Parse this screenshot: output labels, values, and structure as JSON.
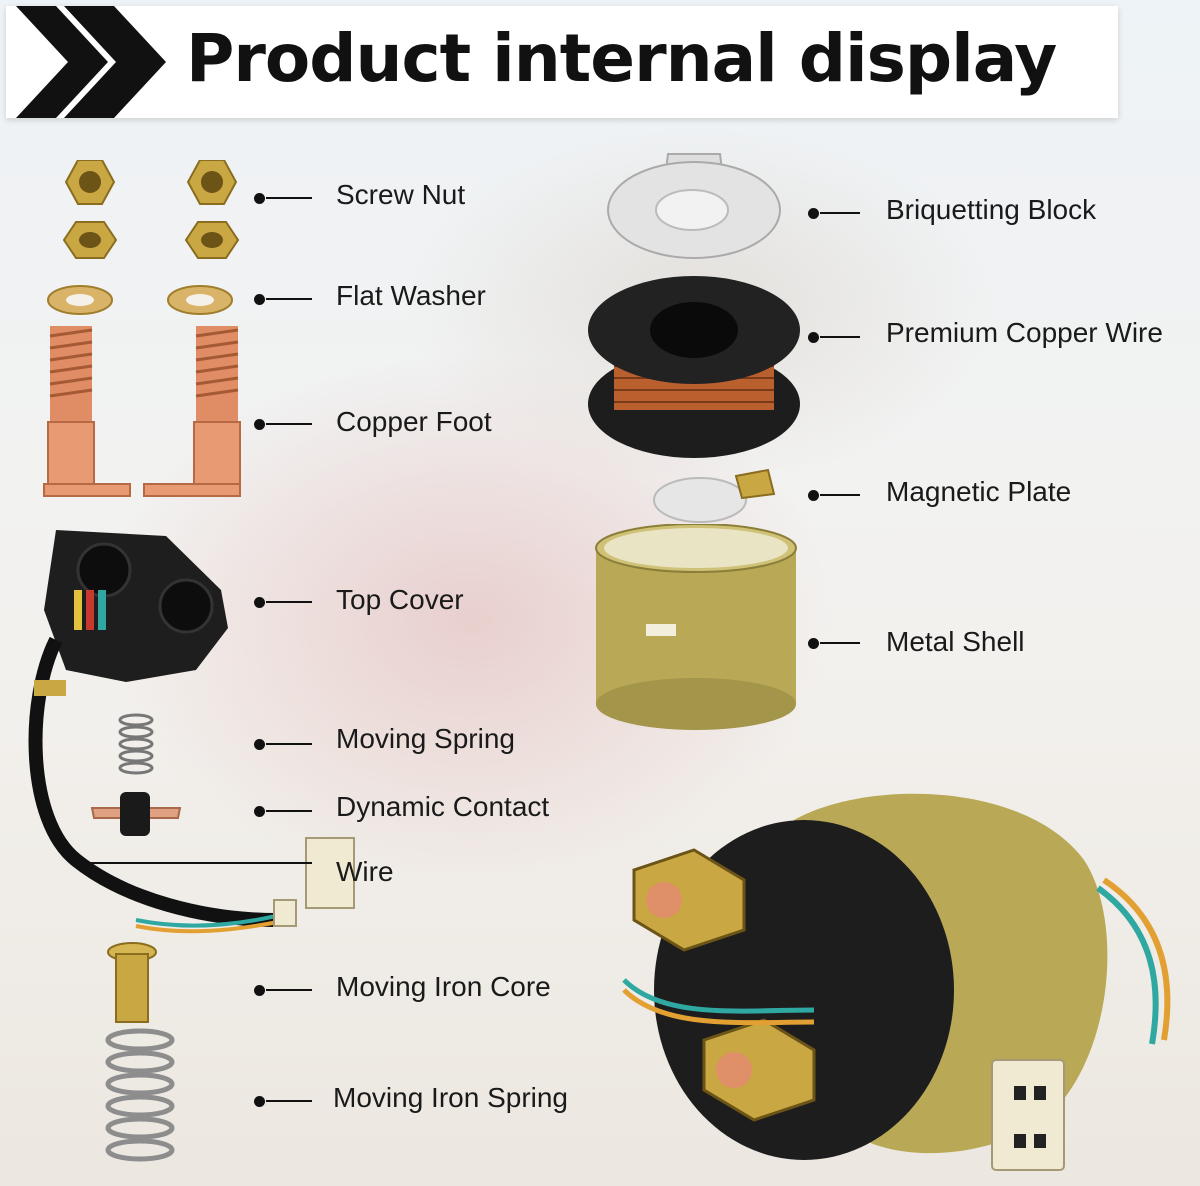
{
  "header": {
    "title": "Product internal display"
  },
  "labels": {
    "screw_nut": "Screw Nut",
    "flat_washer": "Flat Washer",
    "copper_foot": "Copper Foot",
    "top_cover": "Top Cover",
    "moving_spring": "Moving Spring",
    "dynamic_contact": "Dynamic Contact",
    "wire": "Wire",
    "moving_iron_core": "Moving Iron Core",
    "moving_iron_spring": "Moving Iron Spring",
    "briquetting_block": "Briquetting Block",
    "premium_copper_wire": "Premium Copper Wire",
    "magnetic_plate": "Magnetic Plate",
    "metal_shell": "Metal Shell"
  },
  "colors": {
    "copper": "#d9845e",
    "brass": "#c9a743",
    "black_plastic": "#1e1e1e",
    "metal_shell": "#b9a956",
    "silver": "#d8d8d8"
  }
}
